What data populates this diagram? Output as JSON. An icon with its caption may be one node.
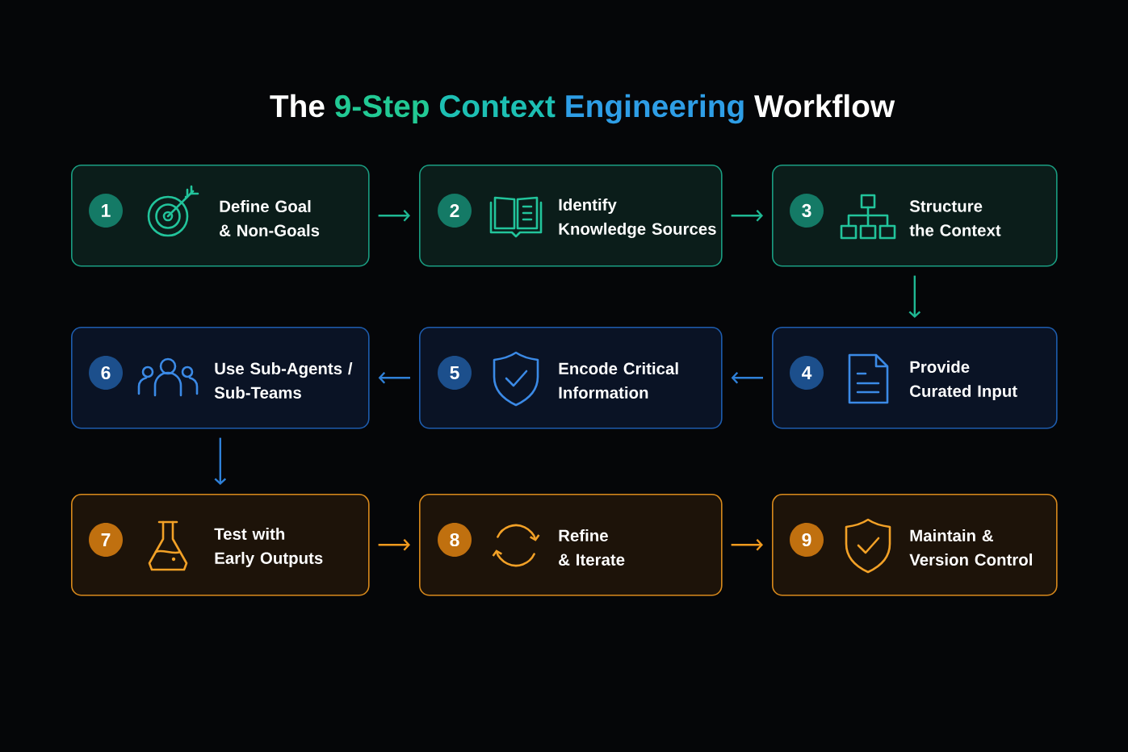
{
  "diagram": {
    "title": "The 9-Step Context Engineering Workflow",
    "nodes": [
      {
        "text": [
          "1",
          "Define Goal & Non-Goals"
        ]
      },
      {
        "text": [
          "2",
          "Identify Knowledge Sources"
        ]
      },
      {
        "text": [
          "3",
          "Structure the Context"
        ]
      },
      {
        "text": [
          "4",
          "Provide Curated Input"
        ]
      },
      {
        "text": [
          "5",
          "Encode Critical Information"
        ]
      },
      {
        "text": [
          "6",
          "Use Sub-Agents / Sub-Teams"
        ]
      },
      {
        "text": [
          "7",
          "Test with Early Outputs"
        ]
      },
      {
        "text": [
          "8",
          "Refine & Iterate"
        ]
      },
      {
        "text": [
          "9",
          "Maintain & Version Control"
        ]
      }
    ],
    "edges": [
      {
        "from": 0,
        "to": 1,
        "arrow": "to",
        "color": "#1fb893"
      },
      {
        "from": 1,
        "to": 2,
        "arrow": "to",
        "color": "#1fb893"
      },
      {
        "from": 2,
        "to": 3,
        "arrow": "to",
        "color": "#1fb893"
      },
      {
        "from": 3,
        "to": 4,
        "arrow": "to",
        "color": "#2f80d8"
      },
      {
        "from": 4,
        "to": 5,
        "arrow": "to",
        "color": "#2f80d8"
      },
      {
        "from": 5,
        "to": 6,
        "arrow": "to",
        "color": "#2f80d8"
      },
      {
        "from": 6,
        "to": 7,
        "arrow": "to",
        "color": "#f09a1e"
      },
      {
        "from": 7,
        "to": 8,
        "arrow": "to",
        "color": "#f09a1e"
      }
    ]
  }
}
